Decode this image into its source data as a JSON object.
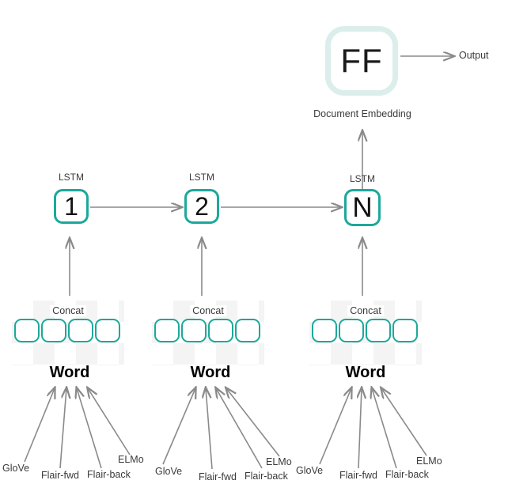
{
  "diagram": {
    "ff_box_label": "FF",
    "output_label": "Output",
    "document_embedding_label": "Document Embedding",
    "lstm_cells": [
      {
        "label": "LSTM",
        "value": "1"
      },
      {
        "label": "LSTM",
        "value": "2"
      },
      {
        "label": "LSTM",
        "value": "N"
      }
    ],
    "groups": [
      {
        "concat": "Concat",
        "word": "Word",
        "sources": [
          "GloVe",
          "Flair-fwd",
          "Flair-back",
          "ELMo"
        ]
      },
      {
        "concat": "Concat",
        "word": "Word",
        "sources": [
          "GloVe",
          "Flair-fwd",
          "Flair-back",
          "ELMo"
        ]
      },
      {
        "concat": "Concat",
        "word": "Word",
        "sources": [
          "GloVe",
          "Flair-fwd",
          "Flair-back",
          "ELMo"
        ]
      }
    ],
    "colors": {
      "teal": "#1CA89B",
      "light_teal": "#DBEEEC",
      "arrow_gray": "#8A8A8A",
      "checker_gray": "#F4F4F4",
      "text_dark": "#3A3A3A"
    }
  }
}
